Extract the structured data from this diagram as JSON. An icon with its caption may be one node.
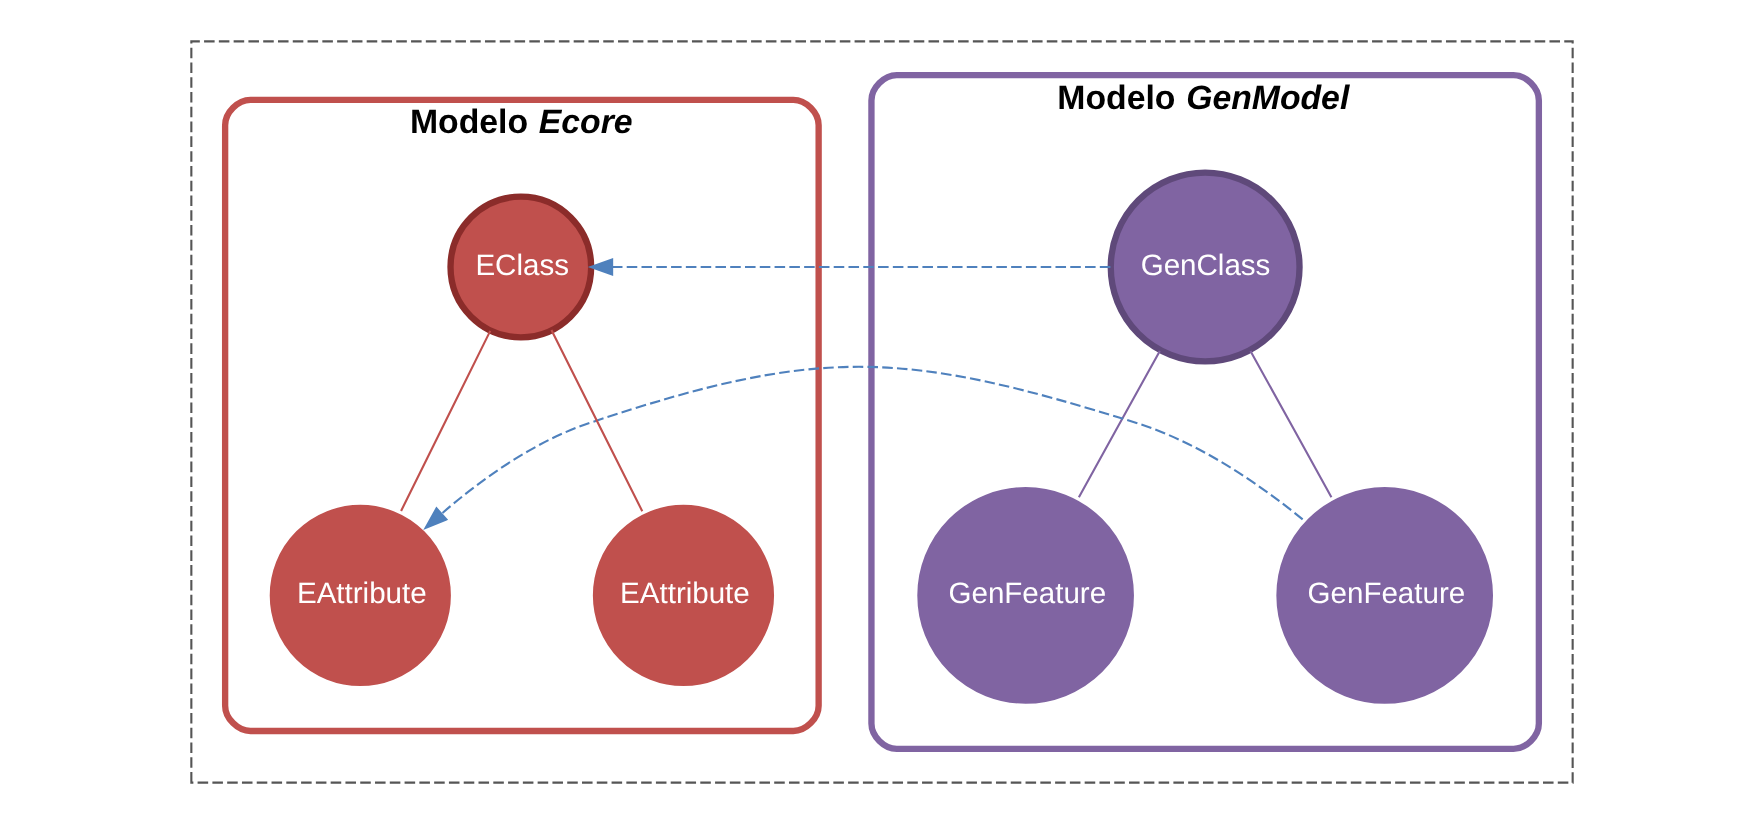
{
  "diagram": {
    "nodes": [
      {
        "text": [],
        "shape": "box"
      },
      {
        "text": [
          "Modelo *GenModel*"
        ],
        "in": 0
      },
      {
        "text": [
          "Modelo *Ecore*"
        ],
        "in": 0
      },
      {
        "text": [
          "GenClass"
        ],
        "in": 1
      },
      {
        "text": [
          "GenFeature"
        ],
        "in": 1
      },
      {
        "text": [
          "GenFeature"
        ],
        "in": 1
      },
      {
        "text": [
          "EClass"
        ],
        "in": 2
      },
      {
        "text": [
          "EAttribute"
        ],
        "in": 2
      },
      {
        "text": [
          "EAttribute"
        ],
        "in": 2
      }
    ],
    "edges": [
      {
        "from": 3,
        "to": 4,
        "arrow": "none"
      },
      {
        "from": 3,
        "to": 5,
        "arrow": "none"
      },
      {
        "from": 6,
        "to": 7,
        "arrow": "none"
      },
      {
        "from": 6,
        "to": 8,
        "arrow": "none"
      },
      {
        "from": 3,
        "to": 6,
        "arrow": "to",
        "style": "dashed",
        "color": "#4f81bd"
      },
      {
        "from": 5,
        "to": 7,
        "arrow": "to",
        "style": "dashed",
        "color": "#4f81bd"
      }
    ]
  }
}
